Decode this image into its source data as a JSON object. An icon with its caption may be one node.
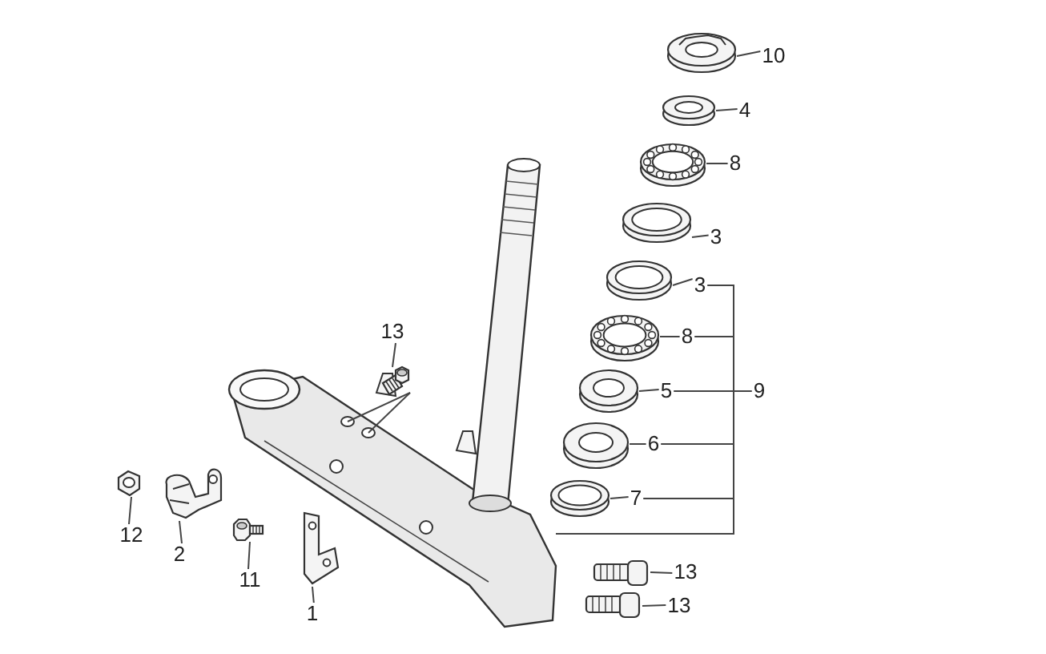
{
  "diagram": {
    "nodes": [
      {
        "text": [
          "10"
        ]
      },
      {
        "text": [],
        "shape": "picture"
      },
      {
        "text": [
          "4"
        ]
      },
      {
        "text": [],
        "shape": "picture"
      },
      {
        "text": [
          "8"
        ]
      },
      {
        "text": [],
        "shape": "picture"
      },
      {
        "text": [
          "3"
        ]
      },
      {
        "text": [],
        "shape": "picture"
      },
      {
        "text": [
          "3"
        ]
      },
      {
        "text": [],
        "shape": "picture"
      },
      {
        "text": [
          "8"
        ]
      },
      {
        "text": [],
        "shape": "picture"
      },
      {
        "text": [
          "5"
        ]
      },
      {
        "text": [],
        "shape": "picture"
      },
      {
        "text": [
          "6"
        ]
      },
      {
        "text": [],
        "shape": "picture"
      },
      {
        "text": [
          "7"
        ]
      },
      {
        "text": [],
        "shape": "picture"
      },
      {
        "text": [
          "9"
        ]
      },
      {
        "text": [
          "13"
        ]
      },
      {
        "text": [],
        "shape": "picture"
      },
      {
        "text": [],
        "shape": "picture"
      },
      {
        "text": [
          "12"
        ]
      },
      {
        "text": [],
        "shape": "picture"
      },
      {
        "text": [
          "2"
        ]
      },
      {
        "text": [],
        "shape": "picture"
      },
      {
        "text": [
          "11"
        ]
      },
      {
        "text": [],
        "shape": "picture"
      },
      {
        "text": [
          "1"
        ]
      },
      {
        "text": [],
        "shape": "picture"
      },
      {
        "text": [
          "13"
        ]
      },
      {
        "text": [],
        "shape": "picture"
      },
      {
        "text": [
          "13"
        ]
      },
      {
        "text": [],
        "shape": "picture"
      }
    ],
    "edges": [
      {
        "from": 0,
        "to": 1,
        "arrow": "none"
      },
      {
        "from": 2,
        "to": 3,
        "arrow": "none"
      },
      {
        "from": 4,
        "to": 5,
        "arrow": "none"
      },
      {
        "from": 6,
        "to": 7,
        "arrow": "none"
      },
      {
        "from": 8,
        "to": 9,
        "arrow": "none"
      },
      {
        "from": 10,
        "to": 11,
        "arrow": "none"
      },
      {
        "from": 12,
        "to": 13,
        "arrow": "none"
      },
      {
        "from": 14,
        "to": 15,
        "arrow": "none"
      },
      {
        "from": 16,
        "to": 17,
        "arrow": "none"
      },
      {
        "from": 18,
        "to": 8,
        "arrow": "none"
      },
      {
        "from": 18,
        "to": 10,
        "arrow": "none"
      },
      {
        "from": 18,
        "to": 12,
        "arrow": "none"
      },
      {
        "from": 18,
        "to": 14,
        "arrow": "none"
      },
      {
        "from": 18,
        "to": 16,
        "arrow": "none"
      },
      {
        "from": 18,
        "to": 21,
        "arrow": "none"
      },
      {
        "from": 19,
        "to": 20,
        "arrow": "none"
      },
      {
        "from": 20,
        "to": 21,
        "arrow": "none"
      },
      {
        "from": 20,
        "to": 21,
        "arrow": "none"
      },
      {
        "from": 22,
        "to": 23,
        "arrow": "none"
      },
      {
        "from": 24,
        "to": 25,
        "arrow": "none"
      },
      {
        "from": 26,
        "to": 27,
        "arrow": "none"
      },
      {
        "from": 28,
        "to": 29,
        "arrow": "none"
      },
      {
        "from": 30,
        "to": 31,
        "arrow": "none"
      },
      {
        "from": 32,
        "to": 33,
        "arrow": "none"
      }
    ]
  }
}
